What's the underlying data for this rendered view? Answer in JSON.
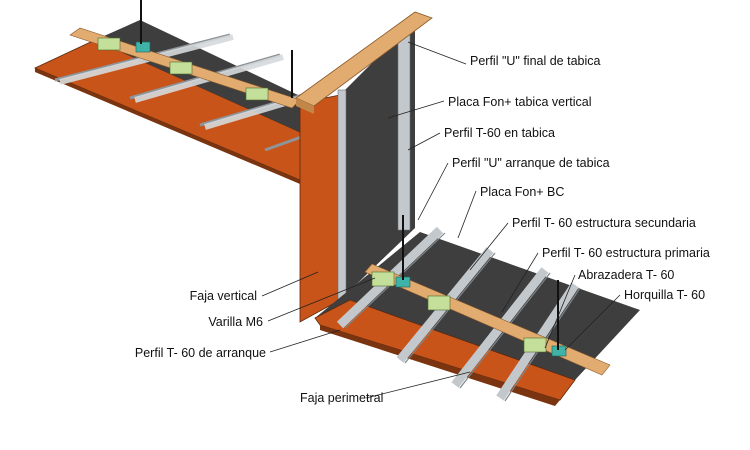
{
  "labels": {
    "perfil_u_final": "Perfil \"U\" final de tabica",
    "placa_vertical": "Placa Fon+ tabica vertical",
    "perfil_t60_tabica": "Perfil T-60 en tabica",
    "perfil_u_arranque": "Perfil \"U\" arranque de tabica",
    "placa_bc": "Placa Fon+ BC",
    "t60_secundaria": "Perfil T- 60 estructura secundaria",
    "t60_primaria": "Perfil T- 60 estructura primaria",
    "abrazadera": "Abrazadera T- 60",
    "horquilla": "Horquilla T- 60",
    "faja_vertical": "Faja vertical",
    "varilla": "Varilla M6",
    "t60_arranque": "Perfil T- 60 de arranque",
    "faja_perimetral": "Faja perimetral"
  },
  "colors": {
    "board_dark": "#3e3e3e",
    "orange": "#c8541a",
    "wood": "#e2ab70",
    "steel": "#c3c8cc",
    "clip_green": "#c4df9a",
    "hanger_teal": "#3fb3a8"
  }
}
